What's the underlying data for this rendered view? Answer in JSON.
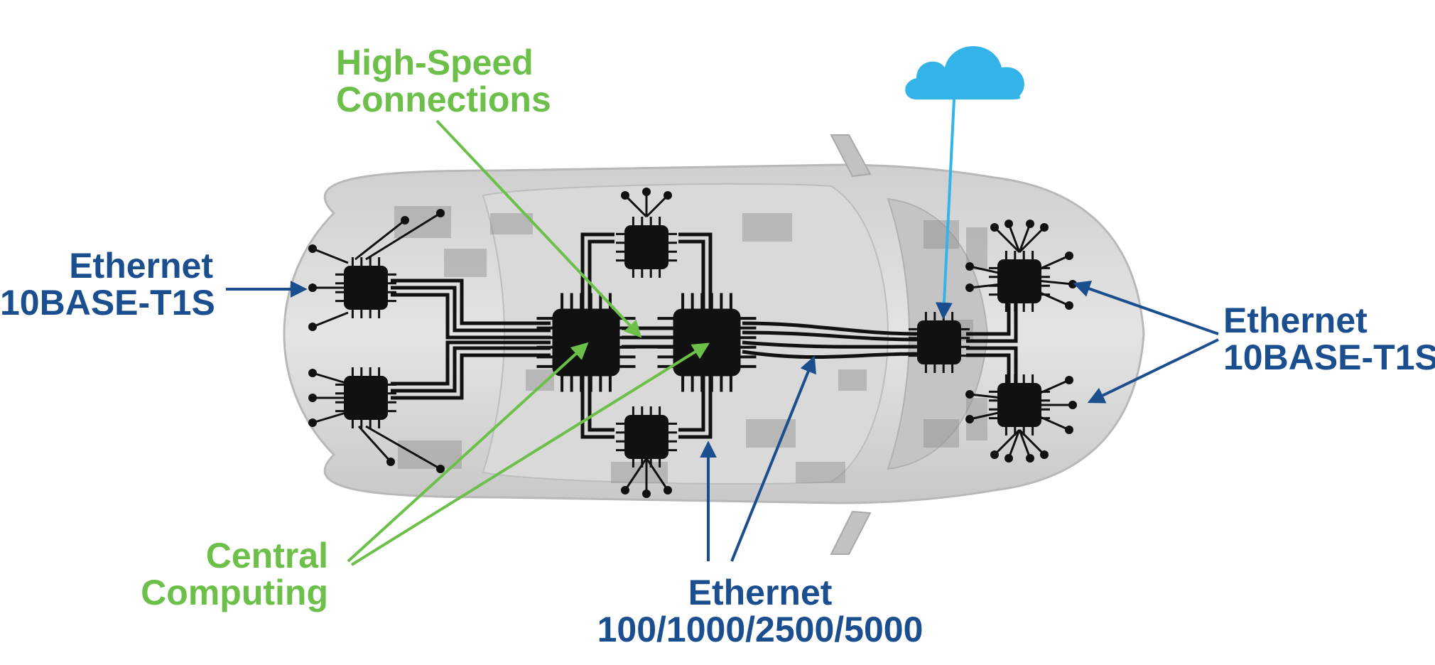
{
  "colors": {
    "green": "#6cc04a",
    "blue": "#1a4e8e",
    "cloud": "#33b3e8",
    "chip": "#111111",
    "car_body": "#d6d6d6",
    "car_shade": "#9a9a9a"
  },
  "labels": {
    "high_speed": {
      "line1": "High-Speed",
      "line2": "Connections"
    },
    "central": {
      "line1": "Central",
      "line2": "Computing"
    },
    "eth_left": {
      "line1": "Ethernet",
      "line2": "10BASE-T1S"
    },
    "eth_right": {
      "line1": "Ethernet",
      "line2": "10BASE-T1S"
    },
    "eth_bottom": {
      "line1": "Ethernet",
      "line2": "100/1000/2500/5000"
    }
  },
  "icons": {
    "cloud": "cloud-icon",
    "chip": "chip-icon"
  }
}
